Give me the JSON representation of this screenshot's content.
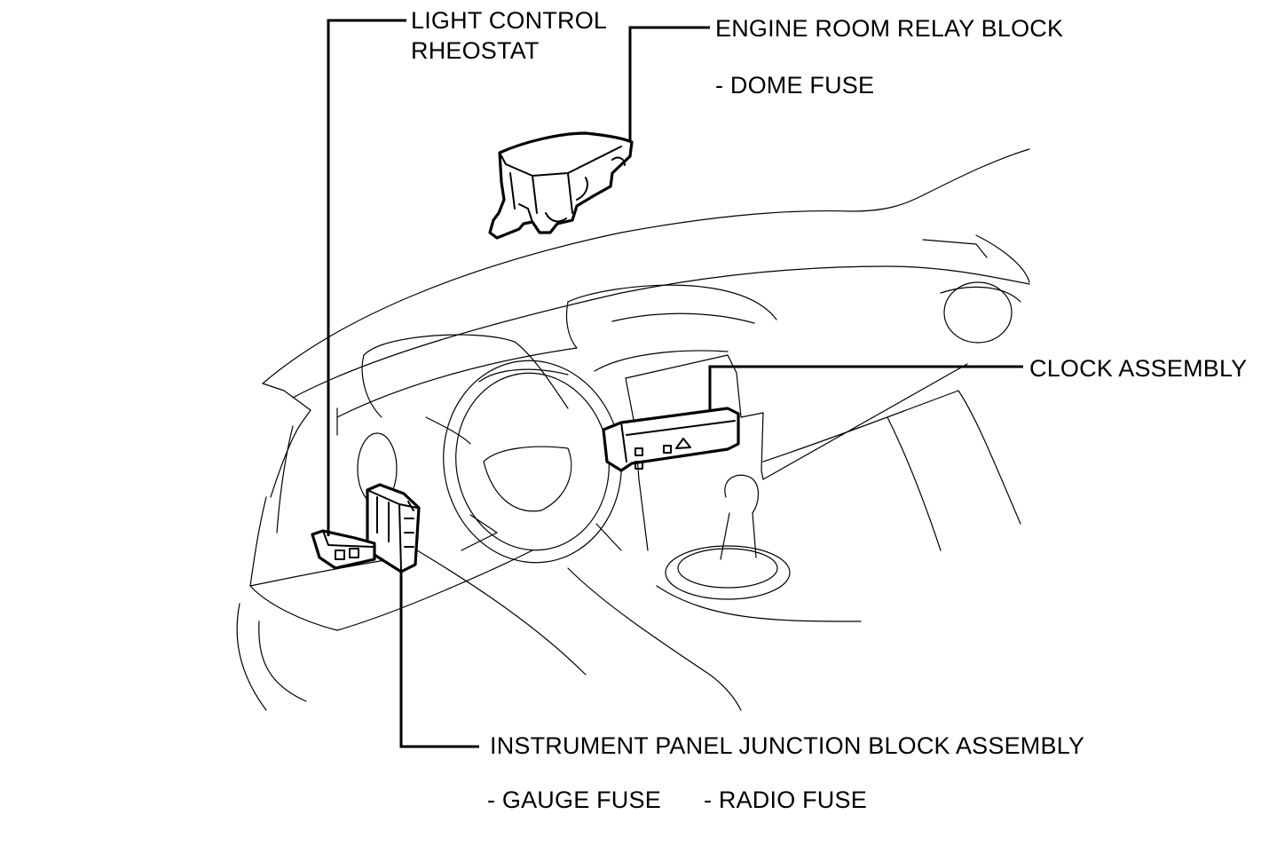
{
  "labels": {
    "light_control_rheostat": [
      "LIGHT CONTROL",
      "RHEOSTAT"
    ],
    "engine_room_relay_block": "ENGINE ROOM RELAY BLOCK",
    "dome_fuse": "- DOME FUSE",
    "clock_assembly": "CLOCK ASSEMBLY",
    "instrument_panel_junction_block": "INSTRUMENT PANEL JUNCTION BLOCK ASSEMBLY",
    "gauge_fuse": "- GAUGE FUSE",
    "radio_fuse": "- RADIO FUSE"
  }
}
